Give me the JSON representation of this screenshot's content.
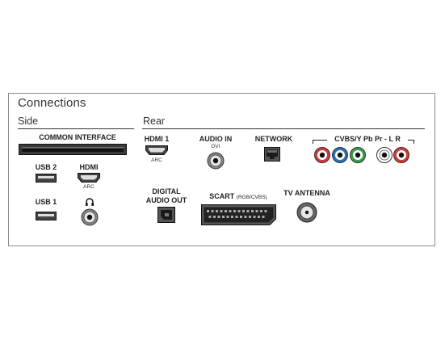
{
  "title": "Connections",
  "side": {
    "label": "Side",
    "common_interface": "COMMON INTERFACE",
    "usb2": "USB 2",
    "usb1": "USB 1",
    "hdmi": "HDMI",
    "hdmi_sub": "ARC"
  },
  "rear": {
    "label": "Rear",
    "hdmi1": "HDMI 1",
    "hdmi1_sub": "ARC",
    "audio_in": "AUDIO IN",
    "audio_in_sub": "DVI",
    "network": "NETWORK",
    "component": "CVBS/Y Pb Pr - L R",
    "digital_audio_out_line1": "DIGITAL",
    "digital_audio_out_line2": "AUDIO OUT",
    "scart": "SCART",
    "scart_sub": "(RGB/CVBS)",
    "tv_antenna": "TV ANTENNA"
  },
  "colors": {
    "rca_yellow_cvbs": "#2e9a3e",
    "rca_blue": "#2f6fb5",
    "rca_red": "#d4393a",
    "rca_green": "#3c9e4a",
    "rca_white": "#ffffff"
  },
  "icons": [
    "ci-slot-icon",
    "usb-port-icon",
    "hdmi-port-icon",
    "headphone-jack-icon",
    "audio-jack-icon",
    "ethernet-port-icon",
    "rca-jack-icon",
    "optical-port-icon",
    "scart-port-icon",
    "coax-antenna-icon"
  ]
}
